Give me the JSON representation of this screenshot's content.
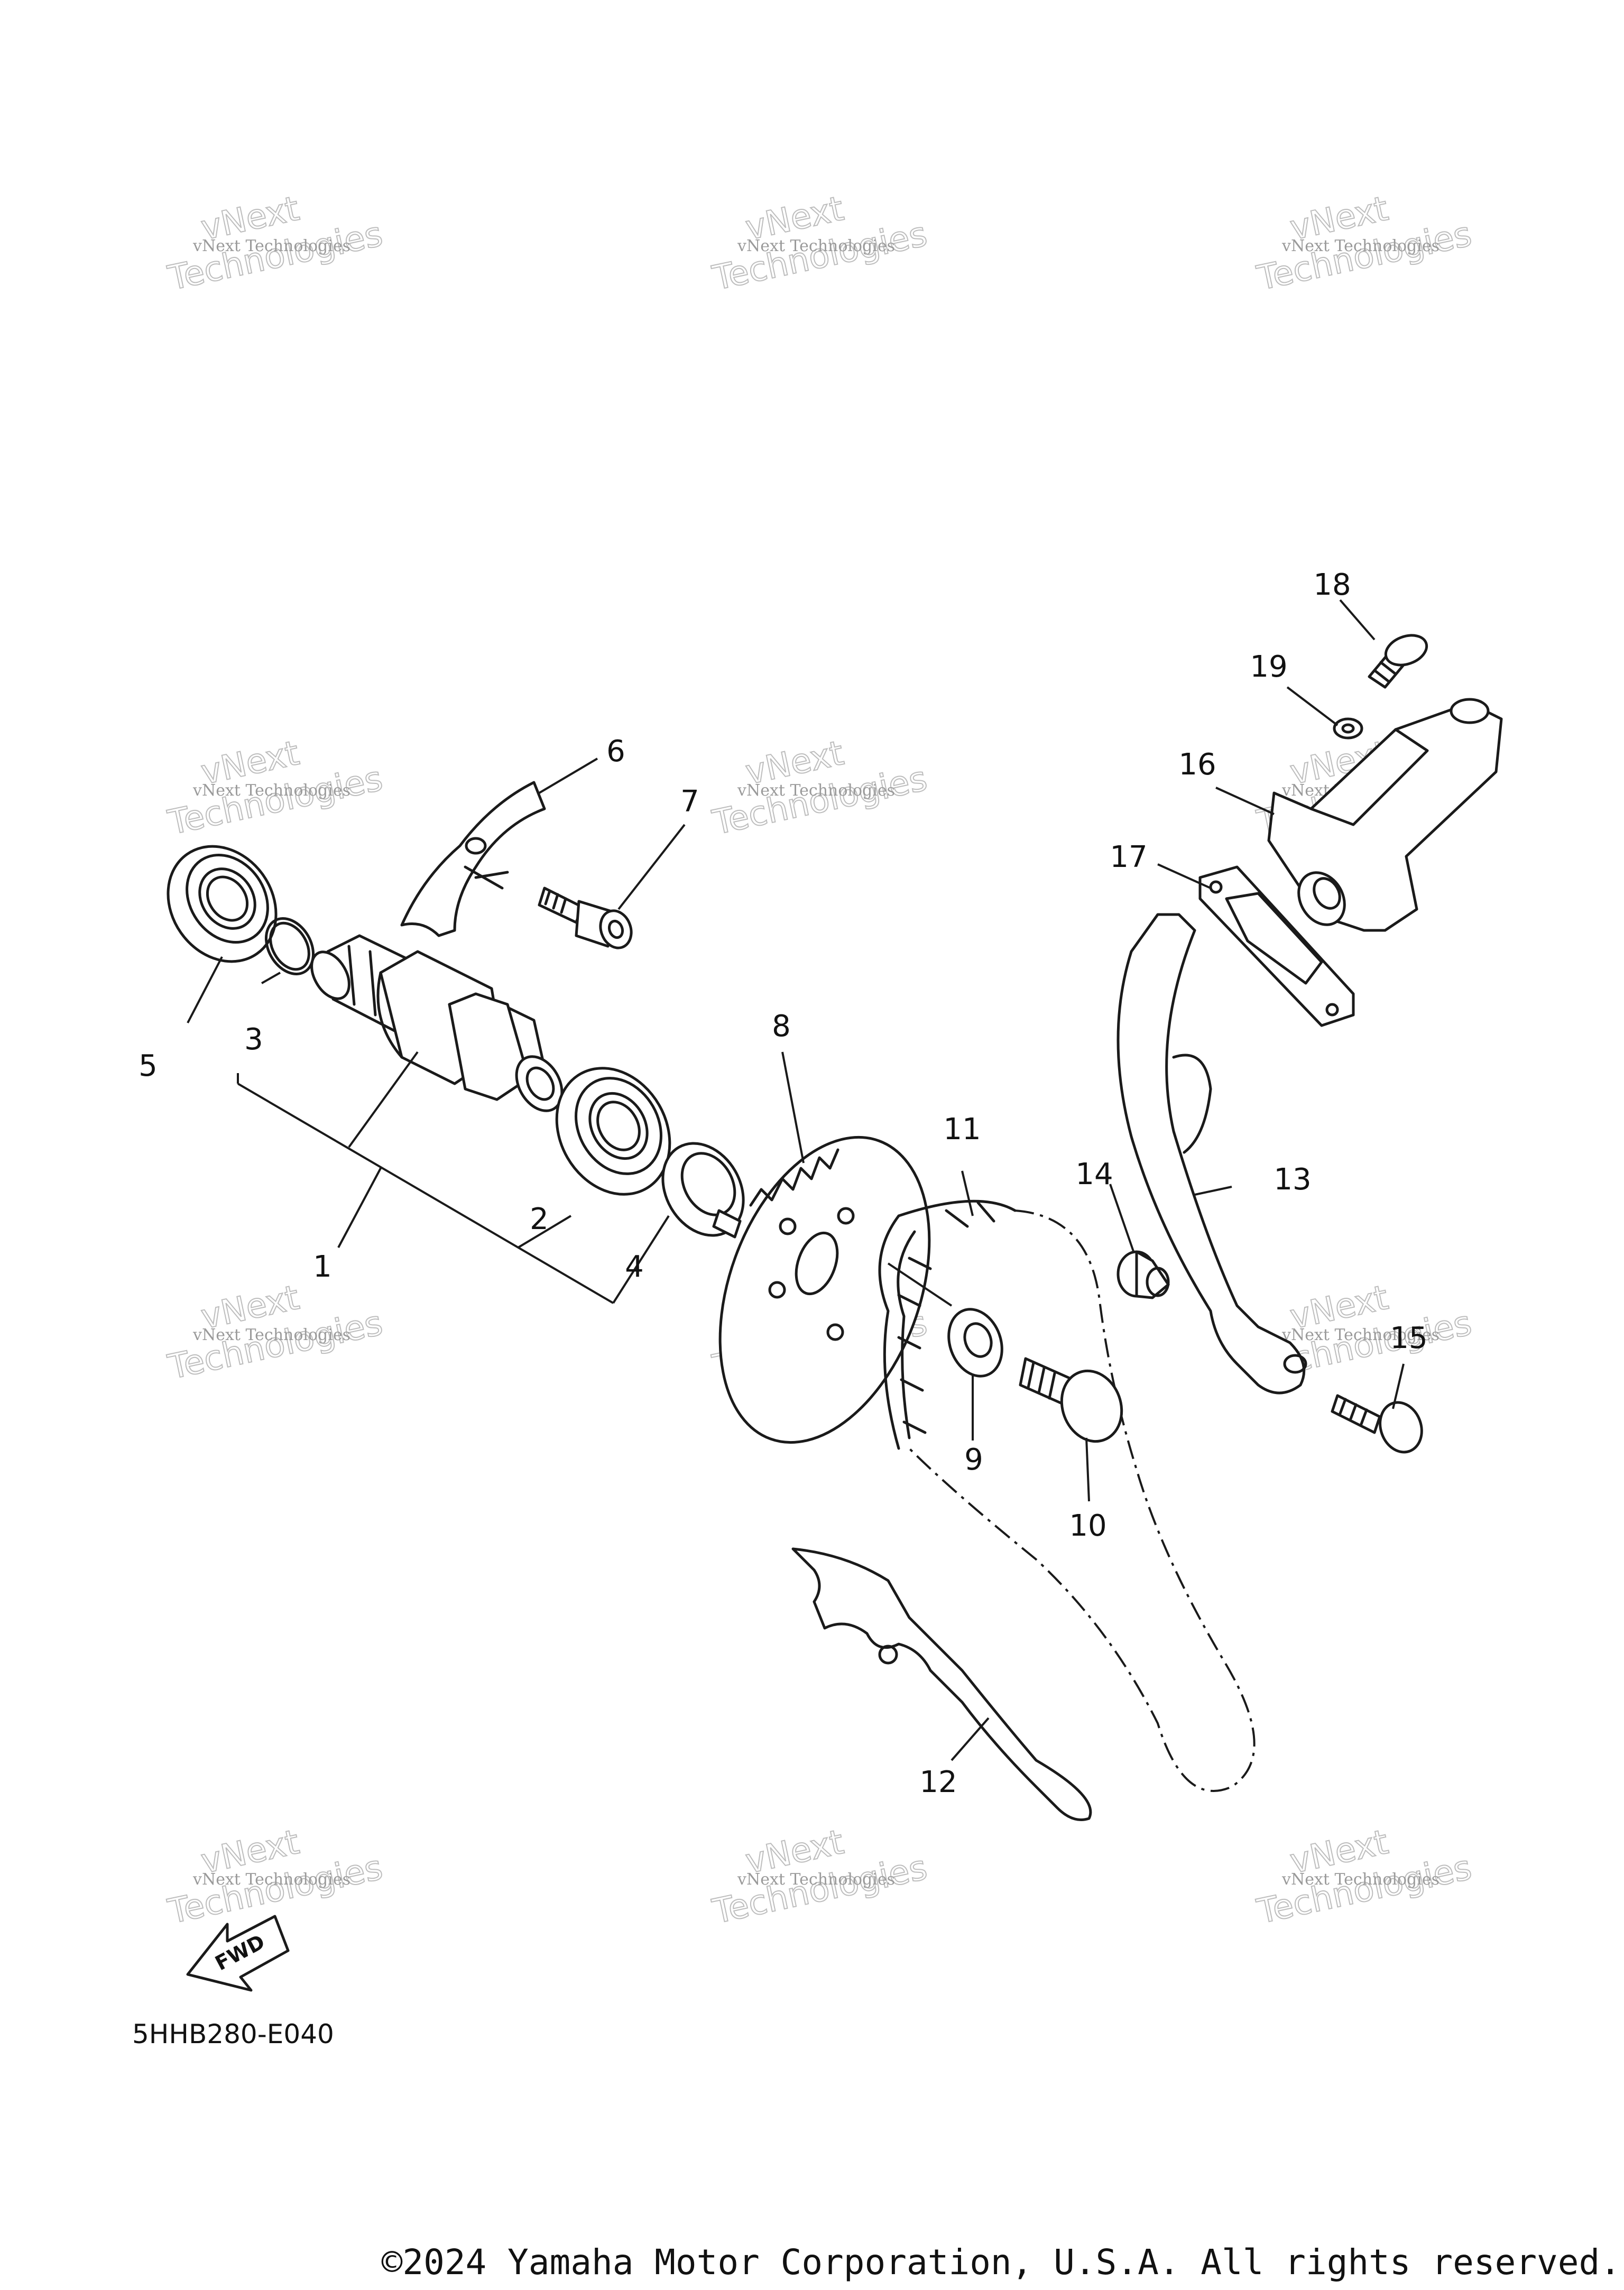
{
  "diagram": {
    "callouts": [
      "1",
      "2",
      "3",
      "4",
      "5",
      "6",
      "7",
      "8",
      "9",
      "10",
      "11",
      "12",
      "13",
      "14",
      "15",
      "16",
      "17",
      "18",
      "19"
    ],
    "part_code": "5HHB280-E040",
    "fwd_label": "FWD"
  },
  "watermark": {
    "line1": "vNext Technologies",
    "line2": "vNext",
    "line3": "Technologies"
  },
  "copyright": "©2024 Yamaha Motor Corporation, U.S.A. All rights reserved."
}
